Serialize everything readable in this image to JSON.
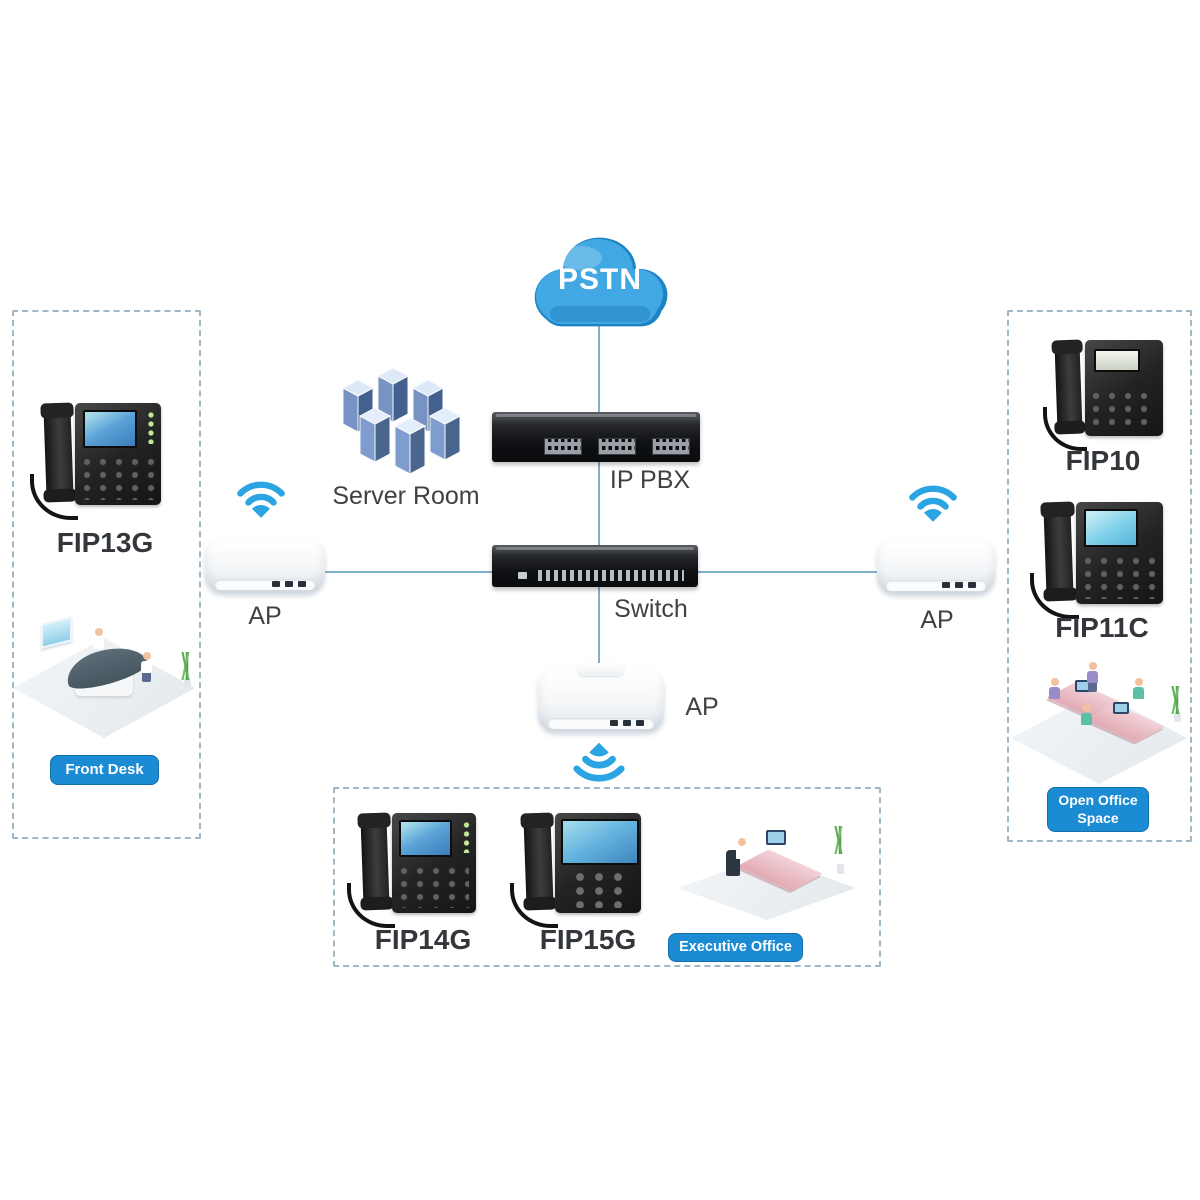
{
  "nodes": {
    "pstn": {
      "label": "PSTN"
    },
    "server_room": {
      "label": "Server Room"
    },
    "ip_pbx": {
      "label": "IP PBX"
    },
    "switch": {
      "label": "Switch"
    },
    "ap_left": {
      "label": "AP"
    },
    "ap_right": {
      "label": "AP"
    },
    "ap_bottom": {
      "label": "AP"
    }
  },
  "zones": {
    "front_desk": {
      "badge": "Front Desk",
      "phones": [
        {
          "model": "FIP13G"
        }
      ]
    },
    "open_office": {
      "badge_line1": "Open Office",
      "badge_line2": "Space",
      "phones": [
        {
          "model": "FIP10"
        },
        {
          "model": "FIP11C"
        }
      ]
    },
    "executive_office": {
      "badge": "Executive Office",
      "phones": [
        {
          "model": "FIP14G"
        },
        {
          "model": "FIP15G"
        }
      ]
    }
  },
  "colors": {
    "cloud_fill": "#41a8e4",
    "cloud_outline": "#1d84c4",
    "wifi_blue": "#2aa4e2",
    "badge_blue": "#1b8bd3",
    "connection_line": "#7fb0cc",
    "zone_border": "#a0b8c6",
    "label_text": "#3f4245"
  }
}
